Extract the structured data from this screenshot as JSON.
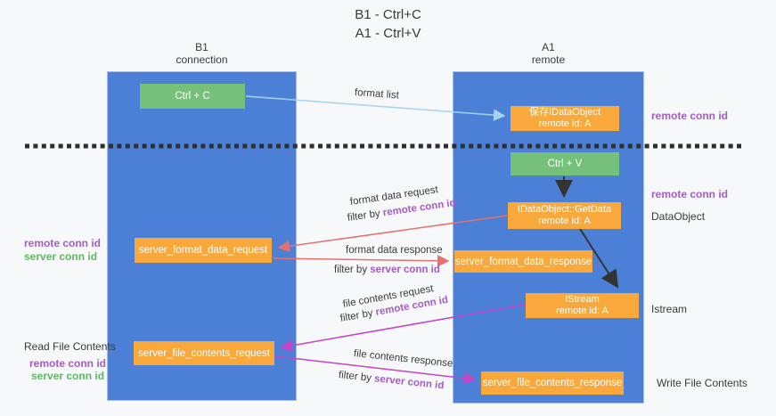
{
  "title": {
    "line1": "B1 - Ctrl+C",
    "line2": "A1 - Ctrl+V"
  },
  "lanes": {
    "left": {
      "line1": "B1",
      "line2": "connection"
    },
    "right": {
      "line1": "A1",
      "line2": "remote"
    }
  },
  "boxes": {
    "ctrl_c": "Ctrl + C",
    "save_idataobject_line1": "保存IDataObject",
    "save_idataobject_line2": "remote id: A",
    "ctrl_v": "Ctrl + V",
    "getdata_line1": "IDataObject::GetData",
    "getdata_line2": "remote id: A",
    "format_request": "server_format_data_request",
    "format_response": "server_format_data_response",
    "istream_line1": "IStream",
    "istream_line2": "remote id: A",
    "file_request": "server_file_contents_request",
    "file_response": "server_file_contents_response"
  },
  "flow_labels": {
    "format_list": "format list",
    "format_data_request": "format data request",
    "format_data_response": "format data response",
    "file_contents_request": "file contents request",
    "file_contents_response": "file contents response",
    "filter_by": "filter by",
    "remote_conn_id": "remote conn id",
    "server_conn_id": "server conn id"
  },
  "side_labels": {
    "remote_conn_id": "remote conn id",
    "server_conn_id": "server conn id",
    "dataobject": "DataObject",
    "istream": "Istream",
    "read_file_contents": "Read File Contents",
    "write_file_contents": "Write File Contents"
  },
  "colors": {
    "lane_blue": "#4b80d6",
    "box_green": "#76c17a",
    "box_orange": "#f9a93c",
    "accent_purple": "#a55bc8",
    "accent_green": "#5db961",
    "arrow_red": "#e57070",
    "arrow_magenta": "#c743c7",
    "arrow_light_blue": "#a5d2ef",
    "arrow_black": "#333333",
    "dashed_line": "#2e2e2e"
  }
}
